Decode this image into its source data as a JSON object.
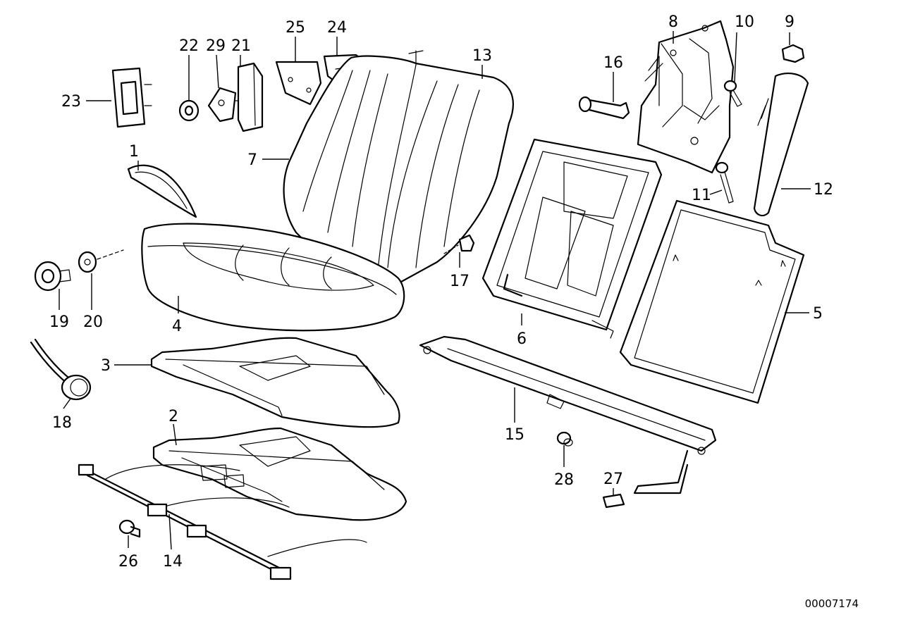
{
  "diagram": {
    "reference_number": "00007174",
    "callouts": {
      "c1": "1",
      "c2": "2",
      "c3": "3",
      "c4": "4",
      "c5": "5",
      "c6": "6",
      "c7": "7",
      "c8": "8",
      "c9": "9",
      "c10": "10",
      "c11": "11",
      "c12": "12",
      "c13": "13",
      "c14": "14",
      "c15": "15",
      "c16": "16",
      "c17": "17",
      "c18": "18",
      "c19": "19",
      "c20": "20",
      "c21": "21",
      "c22": "22",
      "c23": "23",
      "c24": "24",
      "c25": "25",
      "c26": "26",
      "c27": "27",
      "c28": "28",
      "c29": "29"
    }
  }
}
